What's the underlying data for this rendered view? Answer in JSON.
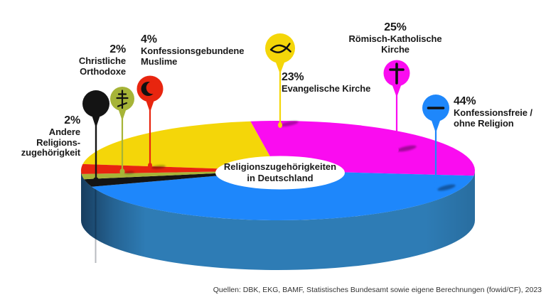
{
  "colors": {
    "background": "#FFFFFF",
    "text": "#1A1A1A",
    "source_text": "#333333",
    "center_ellipse": "#FFFFFF",
    "wall": "#2E7CB5"
  },
  "title": {
    "line1": "Religionszugehörigkeiten",
    "line2": "in Deutschland"
  },
  "source": "Quellen: DBK, EKG, BAMF, Statistisches Bundesamt sowie eigene Berechnungen (fowid/CF), 2023",
  "chart_data": {
    "type": "pie",
    "style": "3d-exploded-infographic",
    "title": "Religionszugehörigkeiten in Deutschland",
    "unit": "percent",
    "legend_position": "callout-pins",
    "segments": [
      {
        "label": "Konfessionsfreie / ohne Religion",
        "value": 44,
        "pct": "44%",
        "color": "#1E87FB",
        "symbol": "minus"
      },
      {
        "label": "Römisch-Katholische Kirche",
        "value": 25,
        "pct": "25%",
        "color": "#FA0CF0",
        "symbol": "latin-cross"
      },
      {
        "label": "Evangelische Kirche",
        "value": 23,
        "pct": "23%",
        "color": "#F4D609",
        "symbol": "ichthys-fish"
      },
      {
        "label": "Konfessionsgebundene Muslime",
        "value": 4,
        "pct": "4%",
        "color": "#E8250F",
        "symbol": "crescent"
      },
      {
        "label": "Christliche Orthodoxe",
        "value": 2,
        "pct": "2%",
        "color": "#A6B437",
        "symbol": "orthodox-cross"
      },
      {
        "label": "Andere Religionszugehörigkeit",
        "value": 2,
        "pct": "2%",
        "color": "#141414",
        "symbol": "none"
      }
    ],
    "wall_color": "#2E7CB5",
    "source": "Quellen: DBK, EKG, BAMF, Statistisches Bundesamt sowie eigene Berechnungen (fowid/CF), 2023"
  },
  "callouts": {
    "konfessionsfrei": {
      "pct": "44%",
      "l1": "Konfessionsfreie /",
      "l2": "ohne Religion"
    },
    "katholisch": {
      "pct": "25%",
      "l1": "Römisch-Katholische",
      "l2": "Kirche"
    },
    "evangelisch": {
      "pct": "23%",
      "l1": "Evangelische Kirche"
    },
    "muslime": {
      "pct": "4%",
      "l1": "Konfessionsgebundene",
      "l2": "Muslime"
    },
    "orthodox": {
      "pct": "2%",
      "l1": "Christliche",
      "l2": "Orthodoxe"
    },
    "andere": {
      "pct": "2%",
      "l1": "Andere",
      "l2": "Religions-",
      "l3": "zugehörigkeit"
    }
  }
}
